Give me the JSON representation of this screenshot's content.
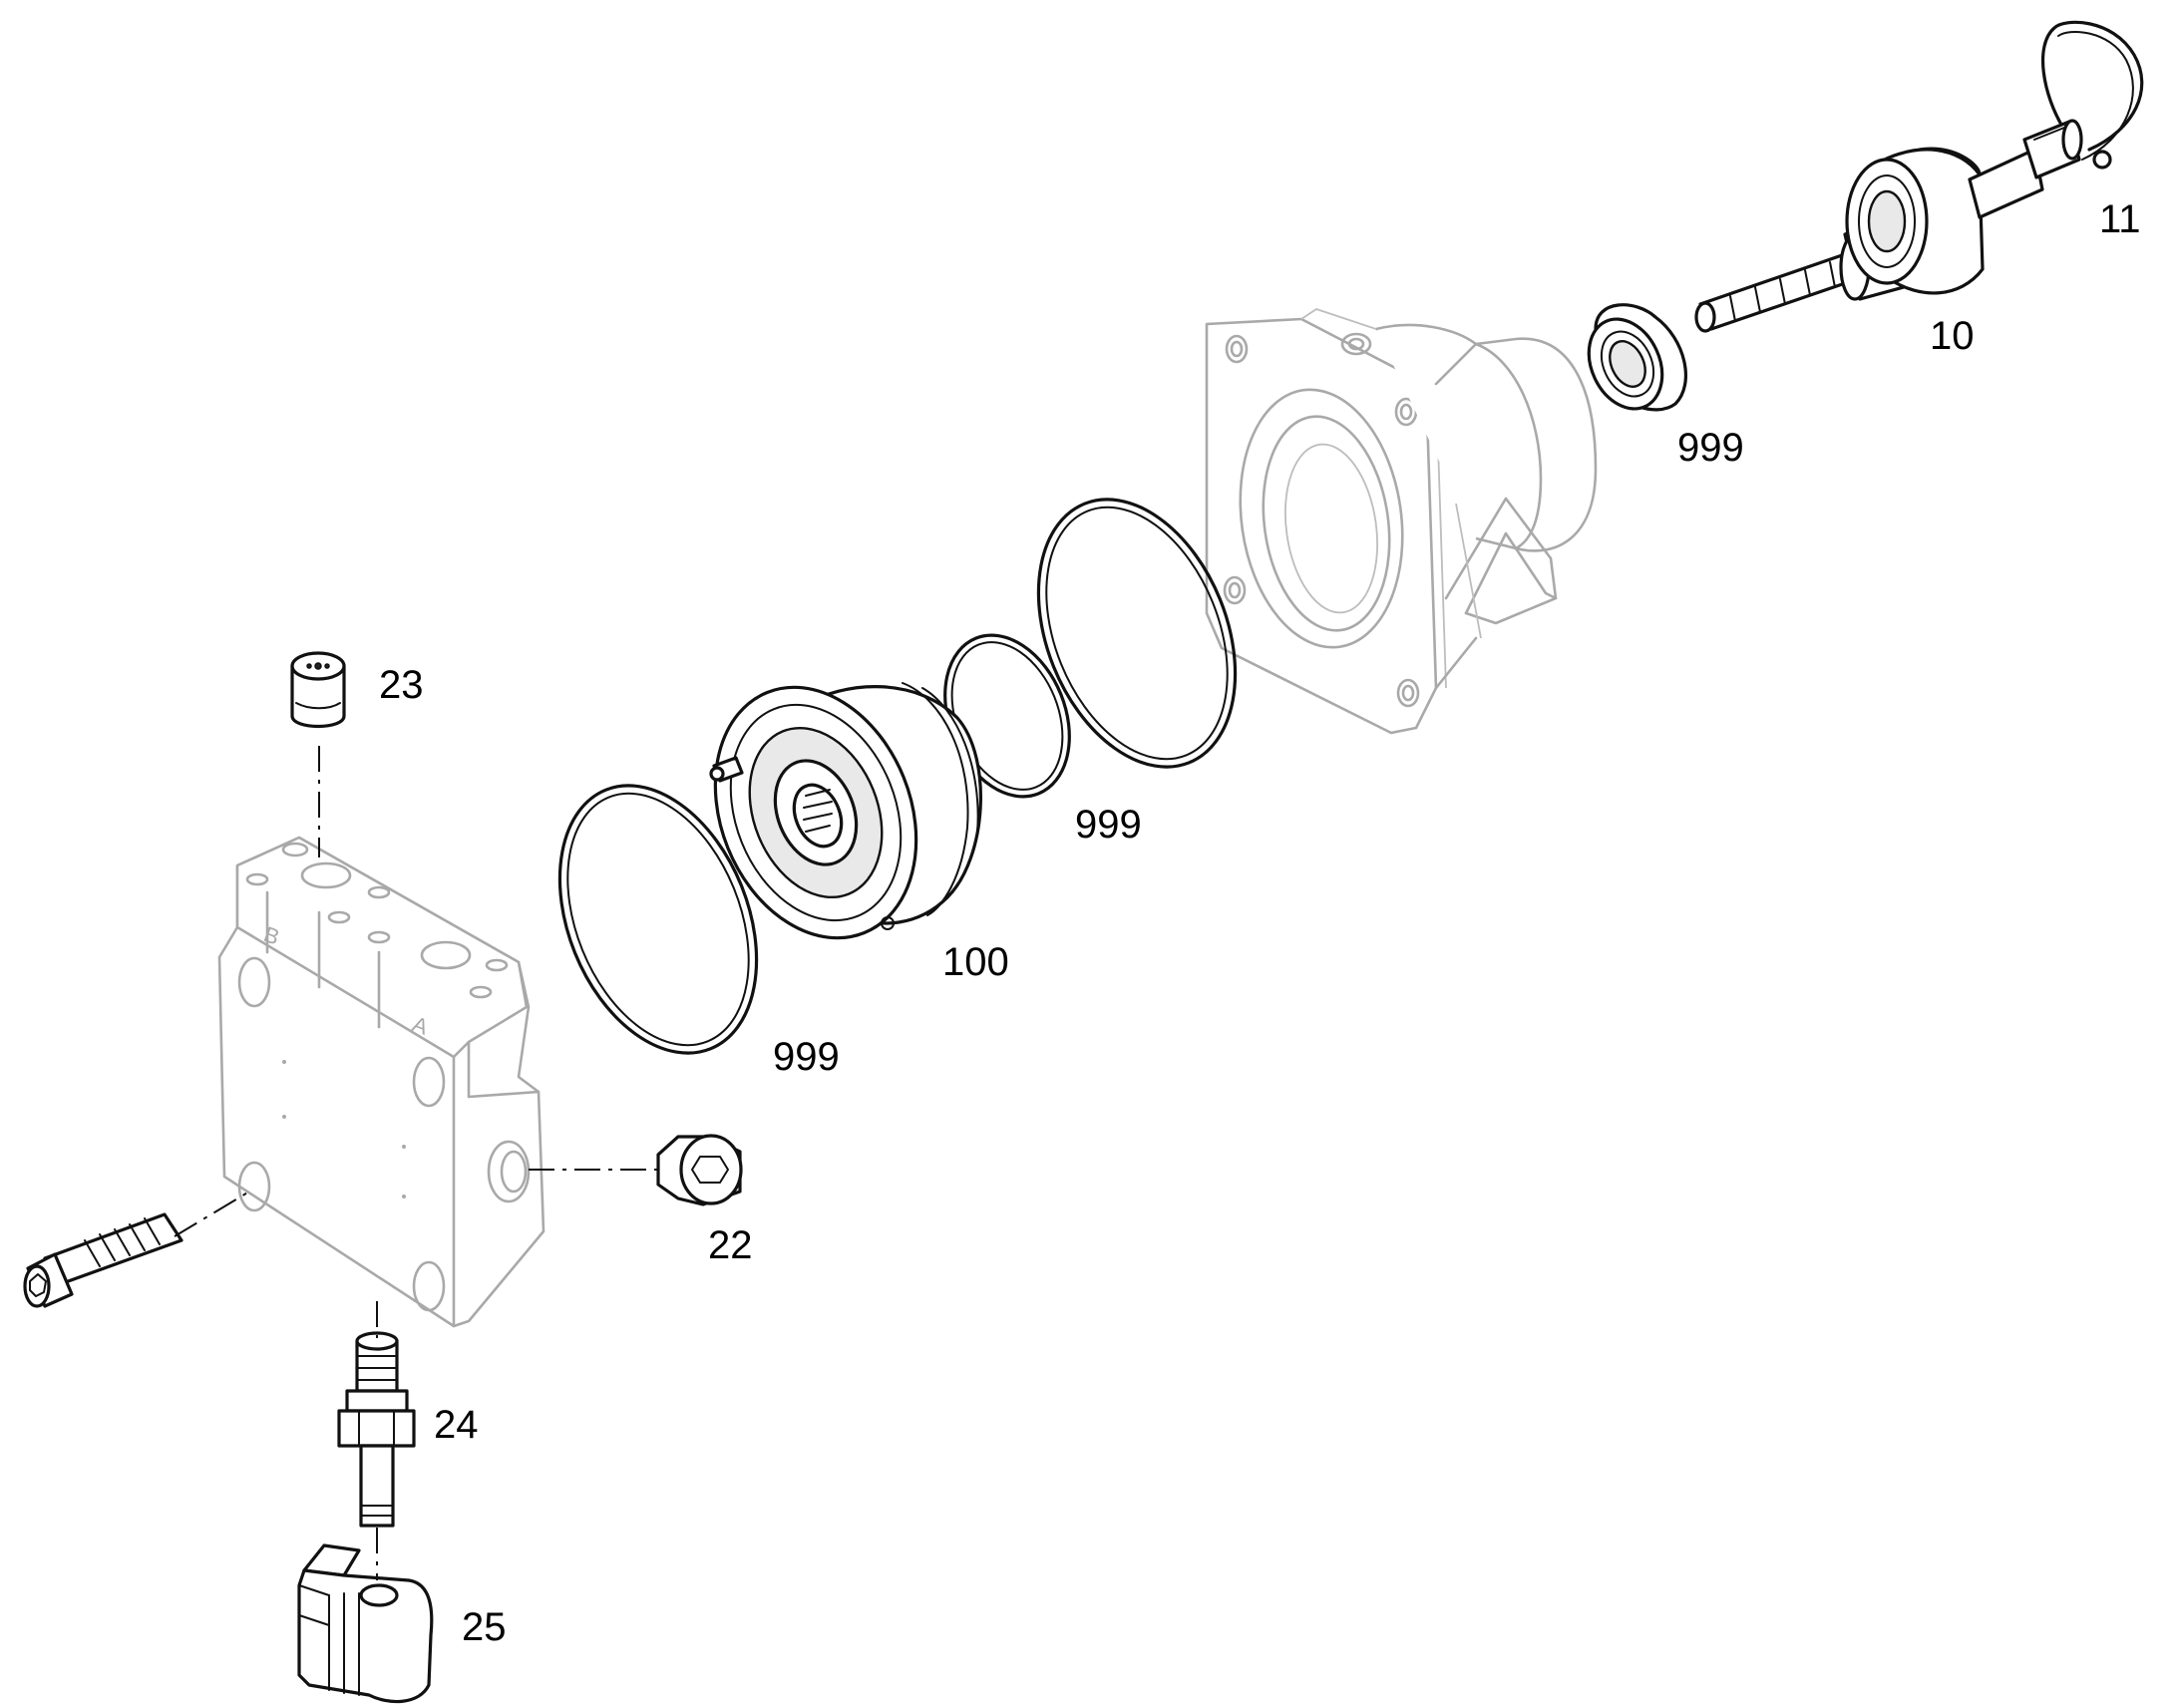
{
  "labels": {
    "p10": "10",
    "p11": "11",
    "p999_bearing": "999",
    "p999_oring_small": "999",
    "p999_oring_large": "999",
    "p100": "100",
    "p23": "23",
    "p22": "22",
    "p24": "24",
    "p25": "25"
  },
  "valve_block": {
    "port_b": "B",
    "port_a": "A"
  }
}
